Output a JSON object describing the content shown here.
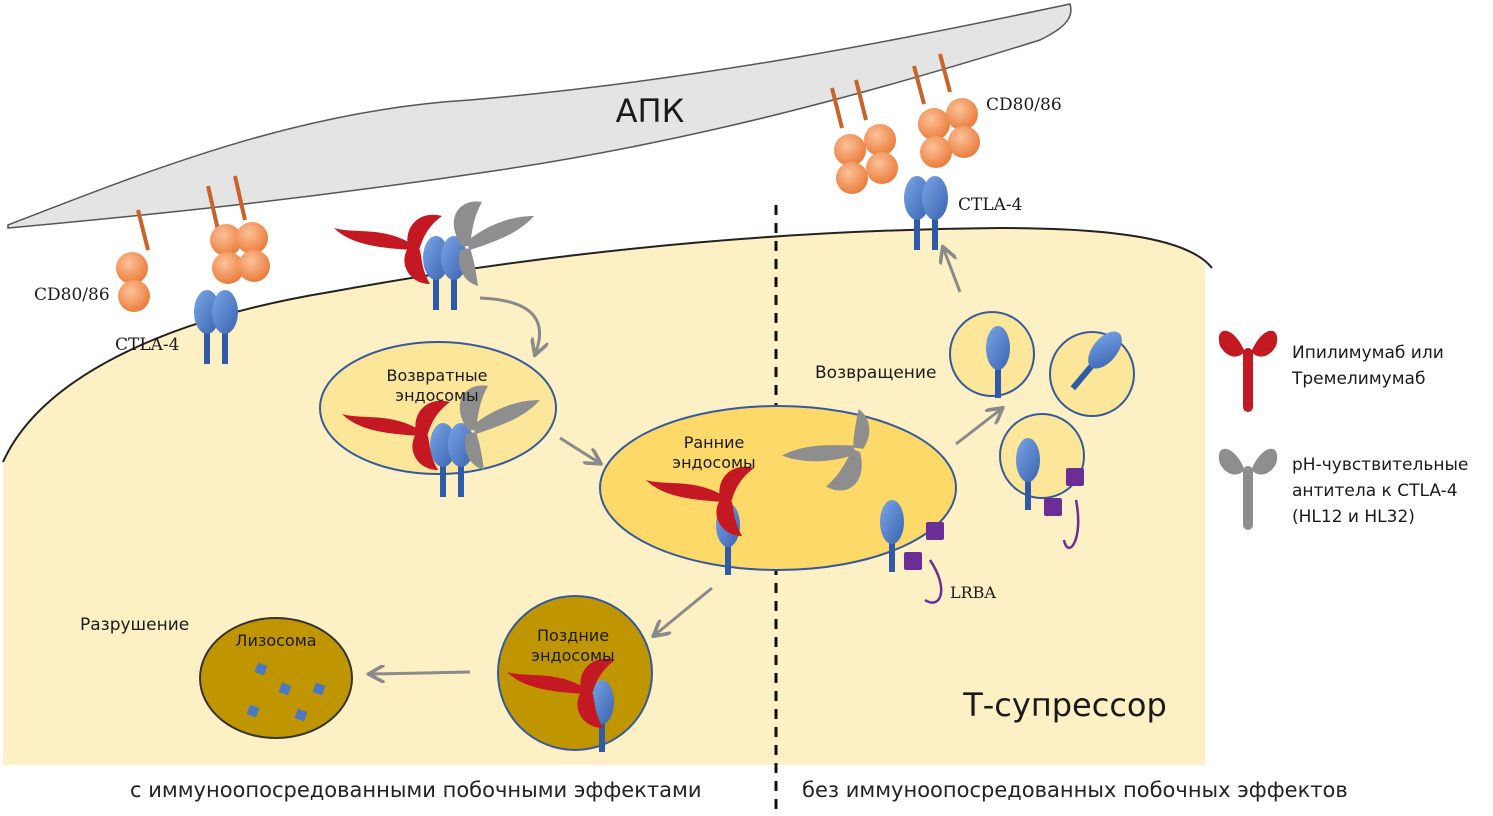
{
  "labels": {
    "apc": "АПК",
    "t_suppressor": "Т-супрессор",
    "cd80_left": "CD80/86",
    "ctla4_left": "CTLA-4",
    "cd80_right": "CD80/86",
    "ctla4_right": "CTLA-4",
    "recycling_endosomes": [
      "Возвратные",
      "эндосомы"
    ],
    "early_endosomes": [
      "Ранние",
      "эндосомы"
    ],
    "late_endosomes": [
      "Поздние",
      "эндосомы"
    ],
    "lysosome": "Лизосома",
    "destruction": "Разрушение",
    "return": "Возвращение",
    "lrba": "LRBA"
  },
  "legend": {
    "red_antibody": [
      "Ипилимумаб или",
      "Тремелимумаб"
    ],
    "grey_antibody": [
      "рН-чувствительные",
      "антитела к CTLA-4",
      "(HL12 и HL32)"
    ]
  },
  "captions": {
    "left": "с иммуноопосредованными побочными эффектами",
    "right": "без иммуноопосредованных побочных эффектов"
  },
  "colors": {
    "cell": "#fdf0c4",
    "apc": "#e4e4e4",
    "endosome": "#fbe69a",
    "early": "#fdd96a",
    "late": "#c09600",
    "antibody_red": "#c41822",
    "antibody_grey": "#8e8e8e",
    "ctla4": "#4a78c4",
    "ligand": "#f08a4a",
    "lrba": "#6b2d96"
  }
}
